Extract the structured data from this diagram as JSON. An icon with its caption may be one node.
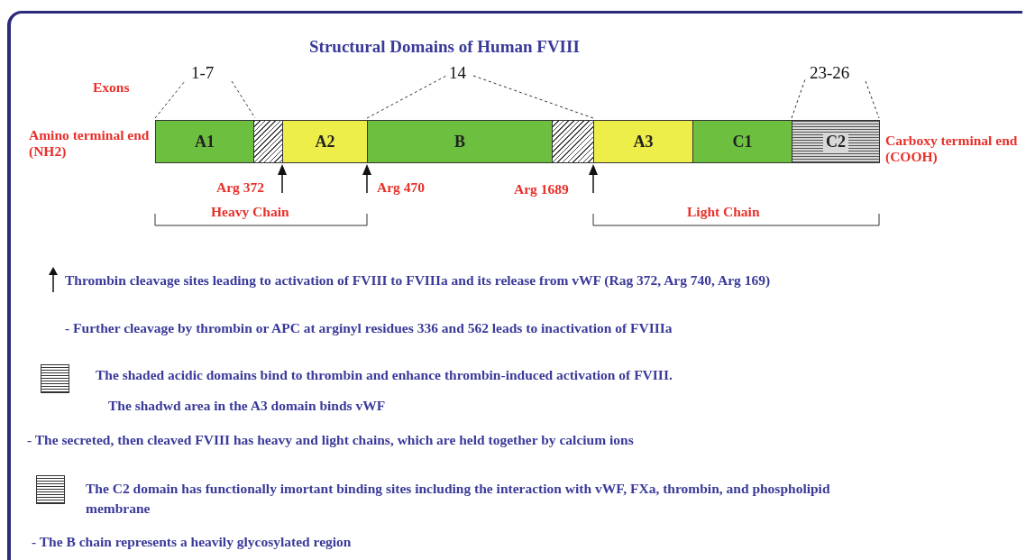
{
  "diagram": {
    "title": "Structural Domains of Human FVIII",
    "nodes": [
      {
        "text": [
          "A1"
        ],
        "beside": [
          "Amino terminal end (NH2)"
        ]
      },
      {
        "text": [],
        "shape": "box"
      },
      {
        "text": [
          "A2"
        ]
      },
      {
        "text": [
          "B"
        ]
      },
      {
        "text": [],
        "shape": "box"
      },
      {
        "text": [
          "A3"
        ]
      },
      {
        "text": [
          "C1"
        ]
      },
      {
        "text": [
          "C2"
        ],
        "beside": [
          "Carboxy terminal end (COOH)"
        ]
      }
    ],
    "labels": [
      "Exons",
      "1-7",
      "14",
      "23-26",
      "Arg 372",
      "Arg 470",
      "Arg 1689",
      "Heavy Chain",
      "Light Chain",
      "- Further cleavage by thrombin or APC at arginyl residues 336 and 562 leads to inactivation of FVIIIa",
      "The shadwd area in the A3 domain binds vWF",
      "- The secreted, then cleaved FVIII has heavy and light chains, which are held together by calcium ions",
      "- The B chain represents a heavily glycosylated region"
    ],
    "legend": [
      {
        "text": "Thrombin cleavage sites leading to activation of FVIII to FVIIIa and its release from vWF (Rag 372, Arg 740, Arg 169)"
      },
      {
        "text": "The shaded acidic domains bind to thrombin and enhance thrombin-induced activation of FVIII."
      },
      {
        "text": "The C2 domain has functionally imortant binding sites including the interaction with vWF, FXa, thrombin, and phospholipid membrane"
      }
    ]
  }
}
